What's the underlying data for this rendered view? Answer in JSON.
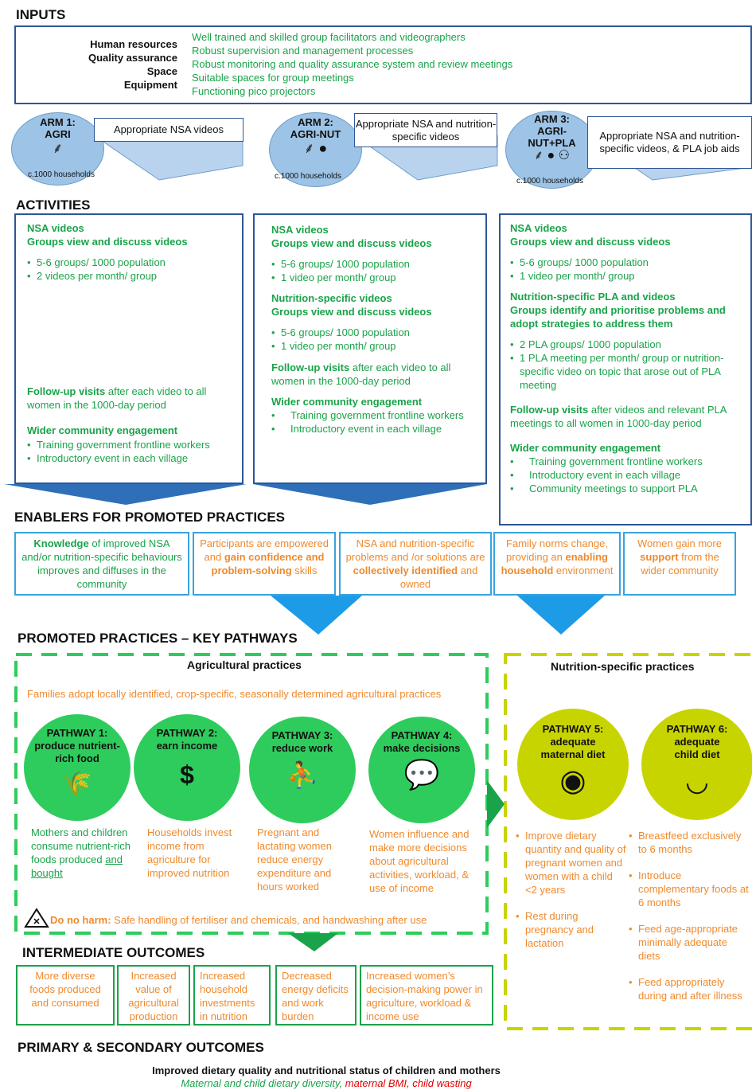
{
  "inputs": {
    "title": "INPUTS",
    "labels": [
      "Human resources",
      "Quality assurance",
      "Space",
      "Equipment"
    ],
    "items": [
      "Well trained and skilled group facilitators and videographers",
      "Robust supervision and management processes",
      "Robust monitoring and quality assurance system and review meetings",
      "Suitable spaces for group meetings",
      "Functioning pico projectors"
    ]
  },
  "arms": [
    {
      "title": "ARM 1:",
      "sub": "AGRI",
      "households": "c.1000 households",
      "callout": "Appropriate NSA videos"
    },
    {
      "title": "ARM 2:",
      "sub": "AGRI-NUT",
      "households": "c.1000 households",
      "callout": "Appropriate NSA and nutrition-specific videos"
    },
    {
      "title": "ARM 3:",
      "sub": "AGRI-",
      "sub2": "NUT+PLA",
      "households": "c.1000 households",
      "callout": "Appropriate NSA and nutrition-specific videos, & PLA job aids"
    }
  ],
  "activities": {
    "title": "ACTIVITIES",
    "col1": {
      "h1": "NSA videos",
      "h2": "Groups view and discuss videos",
      "b1": [
        "5-6 groups/ 1000 population",
        "2 videos per month/ group"
      ],
      "fu_bold": "Follow-up visits",
      "fu_rest": " after each video to all women in the 1000-day period",
      "wce": "Wider community engagement",
      "wce_items": [
        "Training government frontline workers",
        "Introductory event in each village"
      ]
    },
    "col2": {
      "h1": "NSA videos",
      "h2": "Groups view and discuss videos",
      "b1": [
        "5-6 groups/ 1000 population",
        "1 video per month/ group"
      ],
      "h3": "Nutrition-specific videos",
      "h4": "Groups view and discuss videos",
      "b2": [
        "5-6 groups/ 1000 population",
        "1 video per month/ group"
      ],
      "fu_bold": "Follow-up visits",
      "fu_rest": " after each video to all women in the 1000-day period",
      "wce": "Wider community engagement",
      "wce_items": [
        "Training government frontline workers",
        "Introductory event in each village"
      ]
    },
    "col3": {
      "h1": "NSA videos",
      "h2": "Groups view and discuss videos",
      "b1": [
        "5-6 groups/ 1000 population",
        "1 video per month/ group"
      ],
      "h3": "Nutrition-specific PLA and videos",
      "h4": "Groups identify and prioritise problems and adopt strategies to address them",
      "b2": [
        "2 PLA groups/ 1000 population",
        "1 PLA meeting per month/ group or nutrition-specific video on topic that arose out of PLA meeting"
      ],
      "fu_bold": "Follow-up visits",
      "fu_rest": " after videos and relevant PLA meetings to all women in 1000-day period",
      "wce": "Wider community engagement",
      "wce_items": [
        "Training government frontline workers",
        "Introductory event in each village",
        "Community meetings to support PLA"
      ]
    }
  },
  "enablers": {
    "title": "ENABLERS FOR PROMOTED PRACTICES",
    "e1": {
      "b": "Knowledge",
      "rest": " of improved NSA and/or nutrition-specific behaviours improves and diffuses in the community"
    },
    "e2": {
      "a": "Participants are empowered and ",
      "b": "gain confidence and problem-solving",
      "c": " skills"
    },
    "e3": {
      "a": "NSA and nutrition-specific problems and /or solutions are ",
      "b": "collectively identified",
      "c": " and owned"
    },
    "e4": {
      "a": "Family norms change, providing an ",
      "b": "enabling household",
      "c": " environment"
    },
    "e5": {
      "a": "Women gain more ",
      "b": "support",
      "c": " from the wider community"
    }
  },
  "practices": {
    "title": "PROMOTED PRACTICES – KEY PATHWAYS",
    "agri_title": "Agricultural practices",
    "agri_sub": "Families adopt locally identified, crop-specific, seasonally determined agricultural practices",
    "nut_title": "Nutrition-specific practices",
    "p1": {
      "t": "PATHWAY 1:",
      "s": "produce nutrient-rich food",
      "desc": "Mothers and children consume nutrient-rich foods produced ",
      "desc_u": "and bought"
    },
    "p2": {
      "t": "PATHWAY 2:",
      "s": "earn income",
      "desc": "Households invest income from agriculture for improved nutrition"
    },
    "p3": {
      "t": "PATHWAY 3:",
      "s": "reduce work",
      "desc": "Pregnant and lactating women reduce energy expenditure and hours worked"
    },
    "p4": {
      "t": "PATHWAY 4:",
      "s": "make decisions",
      "desc": "Women influence and make more decisions about agricultural activities, workload, & use of income"
    },
    "p5": {
      "t": "PATHWAY 5:",
      "s": "adequate maternal diet",
      "items": [
        "Improve dietary quantity and quality of pregnant women and women with a child <2 years",
        "Rest during pregnancy and lactation"
      ]
    },
    "p6": {
      "t": "PATHWAY 6:",
      "s": "adequate child diet",
      "items": [
        "Breastfeed exclusively to 6 months",
        "Introduce complementary foods at 6 months",
        "Feed age-appropriate minimally adequate diets",
        "Feed appropriately during and after illness"
      ]
    },
    "donoharm_b": "Do no harm:",
    "donoharm_rest": " Safe handling of fertiliser and chemicals, and handwashing after use"
  },
  "intermediate": {
    "title": "INTERMEDIATE OUTCOMES",
    "items": [
      "More diverse foods produced and consumed",
      "Increased value of agricultural production",
      "Increased household investments in nutrition",
      "Decreased energy deficits and work burden",
      "Increased women’s decision-making power in agriculture, workload & income use"
    ]
  },
  "primary": {
    "title": "PRIMARY & SECONDARY OUTCOMES",
    "main": "Improved dietary quality and nutritional status of children and mothers",
    "sub_a": "Maternal and child dietary diversity, ",
    "sub_b": "maternal BMI, child wasting"
  },
  "colors": {
    "dark_blue": "#2f5597",
    "light_blue": "#37a3e0",
    "green": "#1aa34a",
    "orange": "#ef8a2d",
    "lime": "#c8d400",
    "bright_green": "#2ecc5c",
    "red": "#e00000"
  }
}
